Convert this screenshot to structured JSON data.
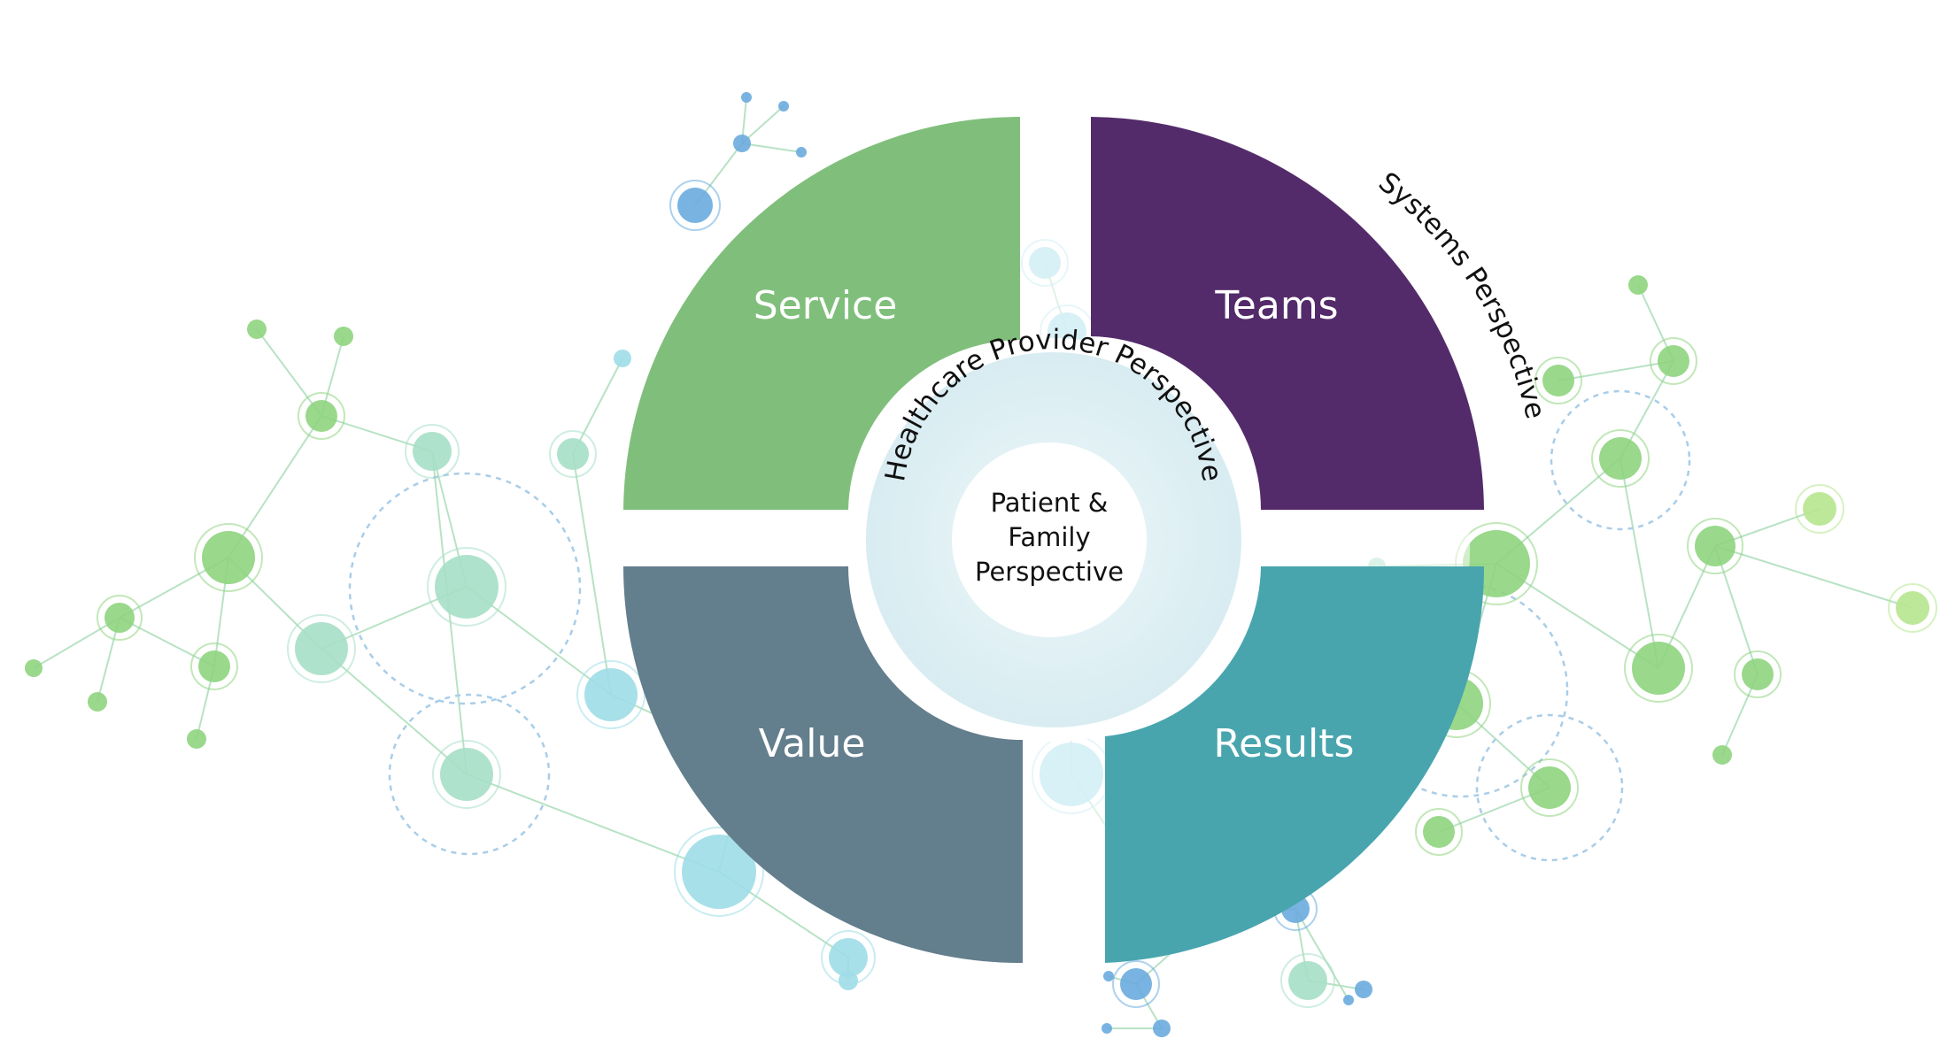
{
  "quadrants": {
    "service": {
      "label": "Service",
      "color": "#80bf7b"
    },
    "teams": {
      "label": "Teams",
      "color": "#542b6a"
    },
    "value": {
      "label": "Value",
      "color": "#637e8c"
    },
    "results": {
      "label": "Results",
      "color": "#48a5ae"
    }
  },
  "rings": {
    "systems": {
      "label": "Systems Perspective"
    },
    "provider": {
      "label": "Healthcare Provider Perspective",
      "color": "#e0eff3"
    }
  },
  "center": {
    "line1": "Patient &",
    "line2": "Family",
    "line3": "Perspective"
  },
  "background": {
    "network_colors": [
      "#8fd480",
      "#a6dfc6",
      "#9fdde8",
      "#6aabde",
      "#b7e58e"
    ]
  }
}
